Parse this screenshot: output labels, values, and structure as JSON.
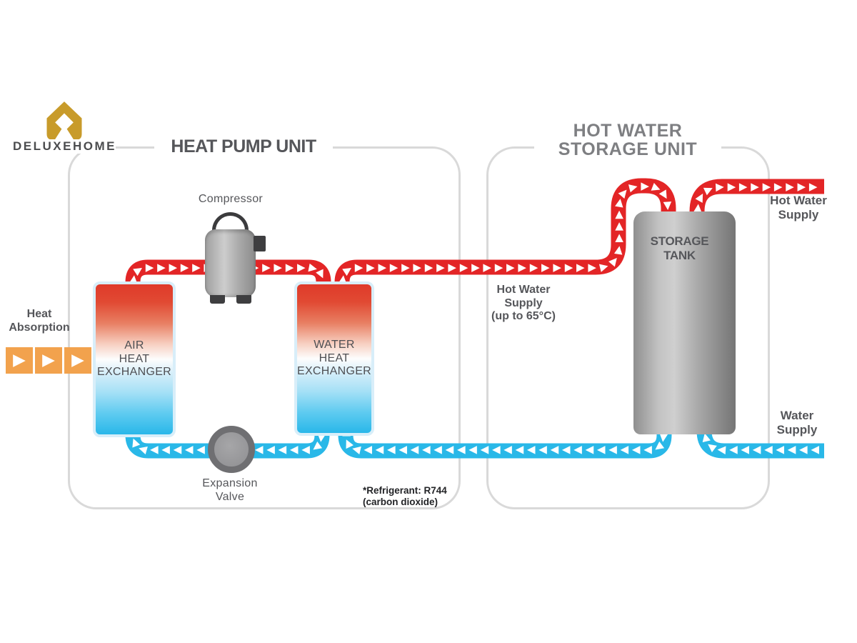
{
  "brand": {
    "name": "DELUXEHOME"
  },
  "heat_pump_unit": {
    "title": "HEAT PUMP UNIT",
    "compressor_label": "Compressor",
    "air_heat_exchanger_label": [
      "AIR",
      "HEAT",
      "EXCHANGER"
    ],
    "water_heat_exchanger_label": [
      "WATER",
      "HEAT",
      "EXCHANGER"
    ],
    "expansion_valve_label": [
      "Expansion",
      "Valve"
    ],
    "refrigerant_note": [
      "*Refrigerant: R744",
      "(carbon dioxide)"
    ]
  },
  "storage_unit": {
    "title": [
      "HOT WATER",
      "STORAGE UNIT"
    ],
    "tank_label": "STORAGE TANK"
  },
  "labels": {
    "heat_absorption": [
      "Heat",
      "Absorption"
    ],
    "hot_water_supply_mid": [
      "Hot Water",
      "Supply",
      "(up to 65°C)"
    ],
    "hot_water_supply_right": [
      "Hot Water",
      "Supply"
    ],
    "water_supply_right": [
      "Water",
      "Supply"
    ]
  },
  "icons": {
    "flow_arrow": "▶"
  },
  "colors": {
    "hot_pipe": "#E32526",
    "cold_pipe": "#29B8E8",
    "heat_band": "#F2A24D",
    "brand_gold": "#C89B2A",
    "box_border": "#D9D9D9",
    "text_gray": "#55565A"
  }
}
